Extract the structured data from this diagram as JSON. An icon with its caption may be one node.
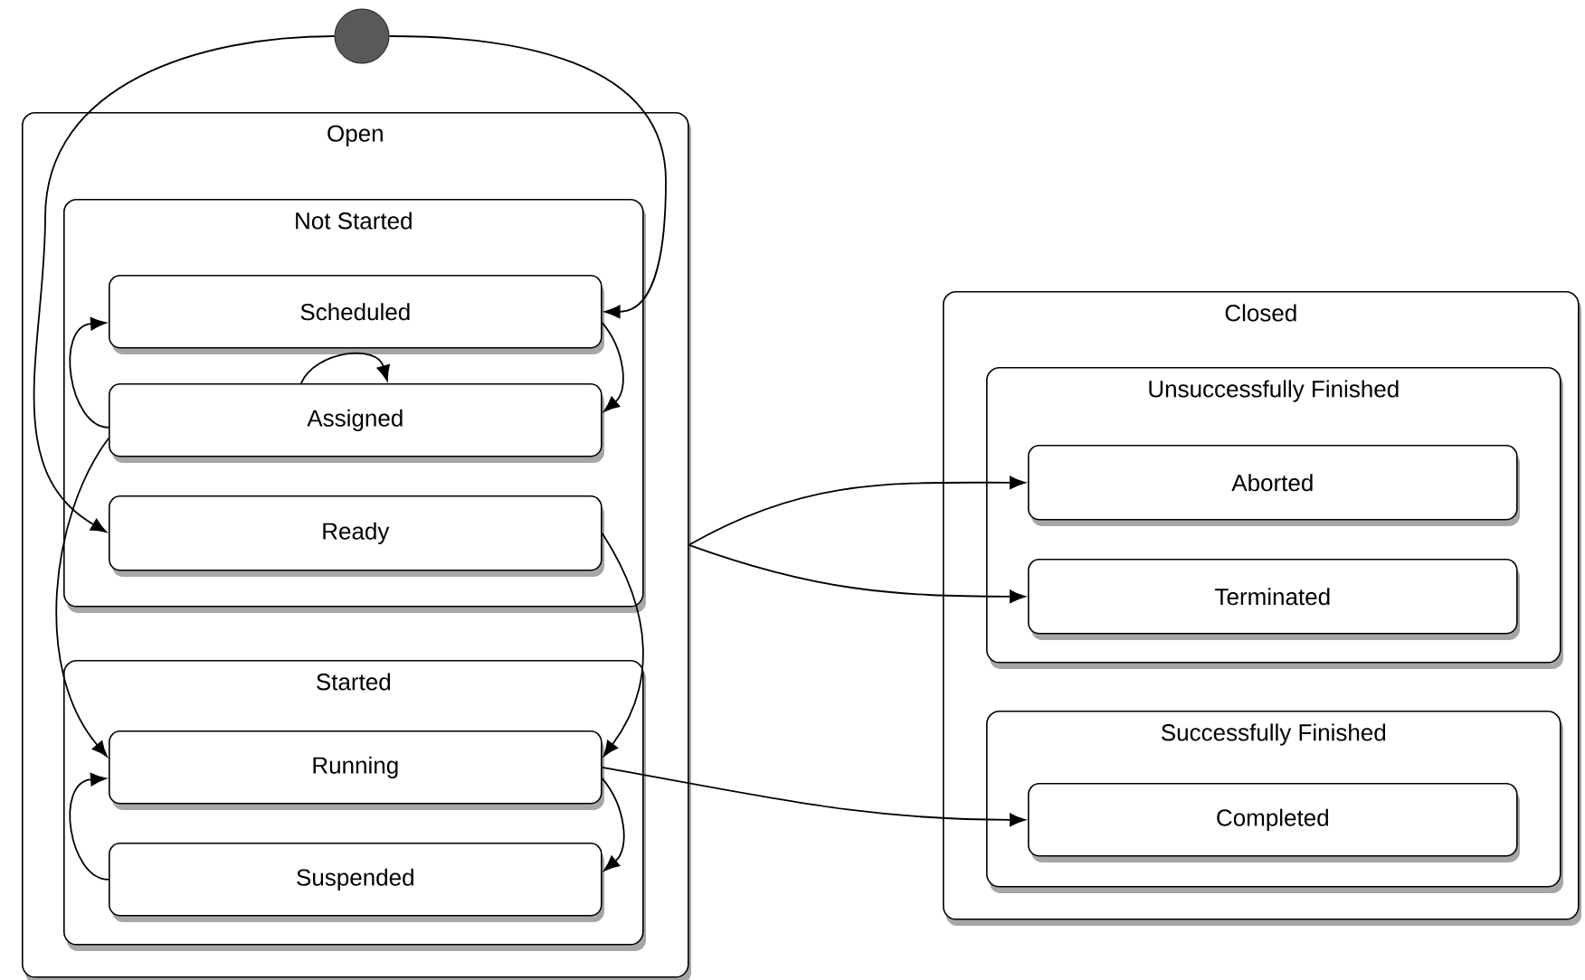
{
  "diagram": {
    "nodes": [
      {
        "text": [],
        "shape": "circle"
      },
      {
        "text": [
          "Open"
        ]
      },
      {
        "text": [
          "Not Started"
        ],
        "in": 1
      },
      {
        "text": [
          "Scheduled"
        ],
        "in": 2
      },
      {
        "text": [
          "Assigned"
        ],
        "in": 2
      },
      {
        "text": [
          "Ready"
        ],
        "in": 2
      },
      {
        "text": [
          "Started"
        ],
        "in": 1
      },
      {
        "text": [
          "Running"
        ],
        "in": 6
      },
      {
        "text": [
          "Suspended"
        ],
        "in": 6
      },
      {
        "text": [
          "Closed"
        ]
      },
      {
        "text": [
          "Unsuccessfully Finished"
        ],
        "in": 9
      },
      {
        "text": [
          "Aborted"
        ],
        "in": 10
      },
      {
        "text": [
          "Terminated"
        ],
        "in": 10
      },
      {
        "text": [
          "Successfully Finished"
        ],
        "in": 9
      },
      {
        "text": [
          "Completed"
        ],
        "in": 13
      }
    ],
    "edges": [
      {
        "from": 0,
        "to": 3,
        "arrow": "to"
      },
      {
        "from": 0,
        "to": 5,
        "arrow": "to"
      },
      {
        "from": 3,
        "to": 4,
        "arrow": "to"
      },
      {
        "from": 4,
        "to": 3,
        "arrow": "to"
      },
      {
        "from": 4,
        "to": 4,
        "arrow": "to"
      },
      {
        "from": 4,
        "to": 7,
        "arrow": "to"
      },
      {
        "from": 5,
        "to": 7,
        "arrow": "to"
      },
      {
        "from": 7,
        "to": 8,
        "arrow": "to"
      },
      {
        "from": 8,
        "to": 7,
        "arrow": "to"
      },
      {
        "from": 1,
        "to": 11,
        "arrow": "to"
      },
      {
        "from": 1,
        "to": 12,
        "arrow": "to"
      },
      {
        "from": 7,
        "to": 14,
        "arrow": "to"
      }
    ]
  }
}
